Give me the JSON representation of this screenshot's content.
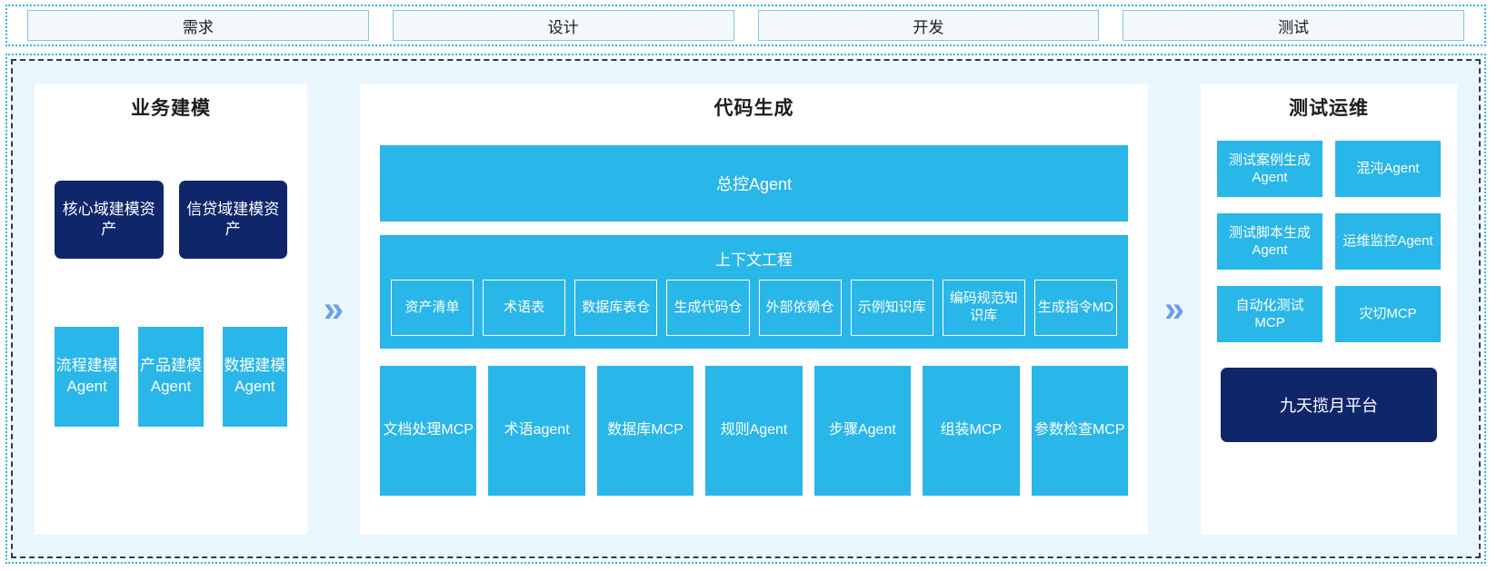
{
  "phases": {
    "items": [
      {
        "label": "需求"
      },
      {
        "label": "设计"
      },
      {
        "label": "开发"
      },
      {
        "label": "测试"
      }
    ]
  },
  "flow": {
    "chevron_glyph": "»"
  },
  "colors": {
    "accent_cyan": "#29b6e8",
    "deep_navy": "#10266b",
    "panel_bg": "#ffffff",
    "lane_bg": "#eaf6fd",
    "chevron": "#6d9ee8",
    "phase_border": "#86c6de",
    "phase_fill": "#f3f8fb"
  },
  "panels": {
    "left": {
      "title": "业务建模",
      "assets": [
        {
          "label": "核心域建模资产"
        },
        {
          "label": "信贷域建模资产"
        }
      ],
      "agents": [
        {
          "label": "流程建模Agent"
        },
        {
          "label": "产品建模Agent"
        },
        {
          "label": "数据建模Agent"
        }
      ]
    },
    "center": {
      "title": "代码生成",
      "master_agent": "总控Agent",
      "context": {
        "title": "上下文工程",
        "items": [
          {
            "label": "资产清单"
          },
          {
            "label": "术语表"
          },
          {
            "label": "数据库表仓"
          },
          {
            "label": "生成代码仓"
          },
          {
            "label": "外部依赖仓"
          },
          {
            "label": "示例知识库"
          },
          {
            "label": "编码规范知识库"
          },
          {
            "label": "生成指令MD"
          }
        ]
      },
      "tools": [
        {
          "label": "文档处理MCP"
        },
        {
          "label": "术语agent"
        },
        {
          "label": "数据库MCP"
        },
        {
          "label": "规则Agent"
        },
        {
          "label": "步骤Agent"
        },
        {
          "label": "组装MCP"
        },
        {
          "label": "参数检查MCP"
        }
      ]
    },
    "right": {
      "title": "测试运维",
      "cards": [
        {
          "label": "测试案例生成Agent"
        },
        {
          "label": "混沌Agent"
        },
        {
          "label": "测试脚本生成Agent"
        },
        {
          "label": "运维监控Agent"
        },
        {
          "label": "自动化测试MCP"
        },
        {
          "label": "灾切MCP"
        }
      ],
      "platform": "九天揽月平台"
    }
  }
}
